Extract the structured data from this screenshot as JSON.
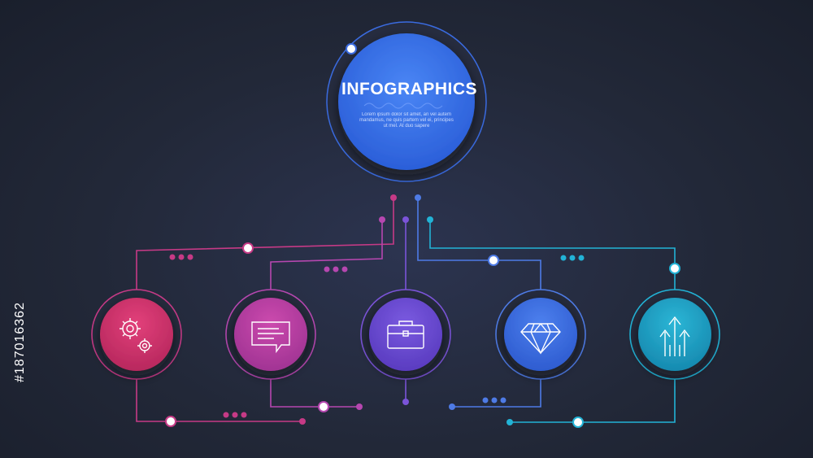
{
  "hub": {
    "title": "INFOGRAPHICS",
    "body": "Lorem ipsum dolor sit amet, an vel autem mandamus, ne quis partem vel ei, principes ut mel. At duo sapere"
  },
  "nodes": [
    {
      "icon": "gears-icon",
      "color": "#d9336e",
      "ring": "#c63a86"
    },
    {
      "icon": "chat-bubble-icon",
      "color": "#c13fa0",
      "ring": "#b647b0"
    },
    {
      "icon": "briefcase-icon",
      "color": "#6a4bd4",
      "ring": "#7b54d9"
    },
    {
      "icon": "diamond-icon",
      "color": "#3f6fe0",
      "ring": "#4e7be6"
    },
    {
      "icon": "growth-arrows-icon",
      "color": "#1fa3c9",
      "ring": "#22b3d6"
    }
  ],
  "watermark": "#187016362",
  "colors": {
    "background": "#222838",
    "hub": "#3a78f0"
  }
}
